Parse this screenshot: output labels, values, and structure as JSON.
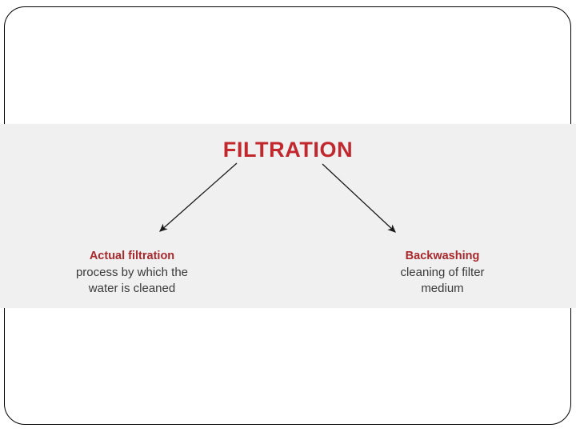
{
  "slide": {
    "background_color": "#ffffff",
    "frame_color": "#000000",
    "accent_square_color": "#419bea",
    "band_color": "#f0f0f0"
  },
  "diagram": {
    "title": "FILTRATION",
    "title_color": "#c1272d",
    "heading_color": "#a8282c",
    "body_color": "#3a3a3a",
    "arrow_color": "#1a1a1a",
    "branches": [
      {
        "heading": "Actual filtration",
        "description_line_1": "process by which the",
        "description_line_2": "water is cleaned"
      },
      {
        "heading": "Backwashing",
        "description_line_1": "cleaning of filter",
        "description_line_2": "medium"
      }
    ]
  }
}
